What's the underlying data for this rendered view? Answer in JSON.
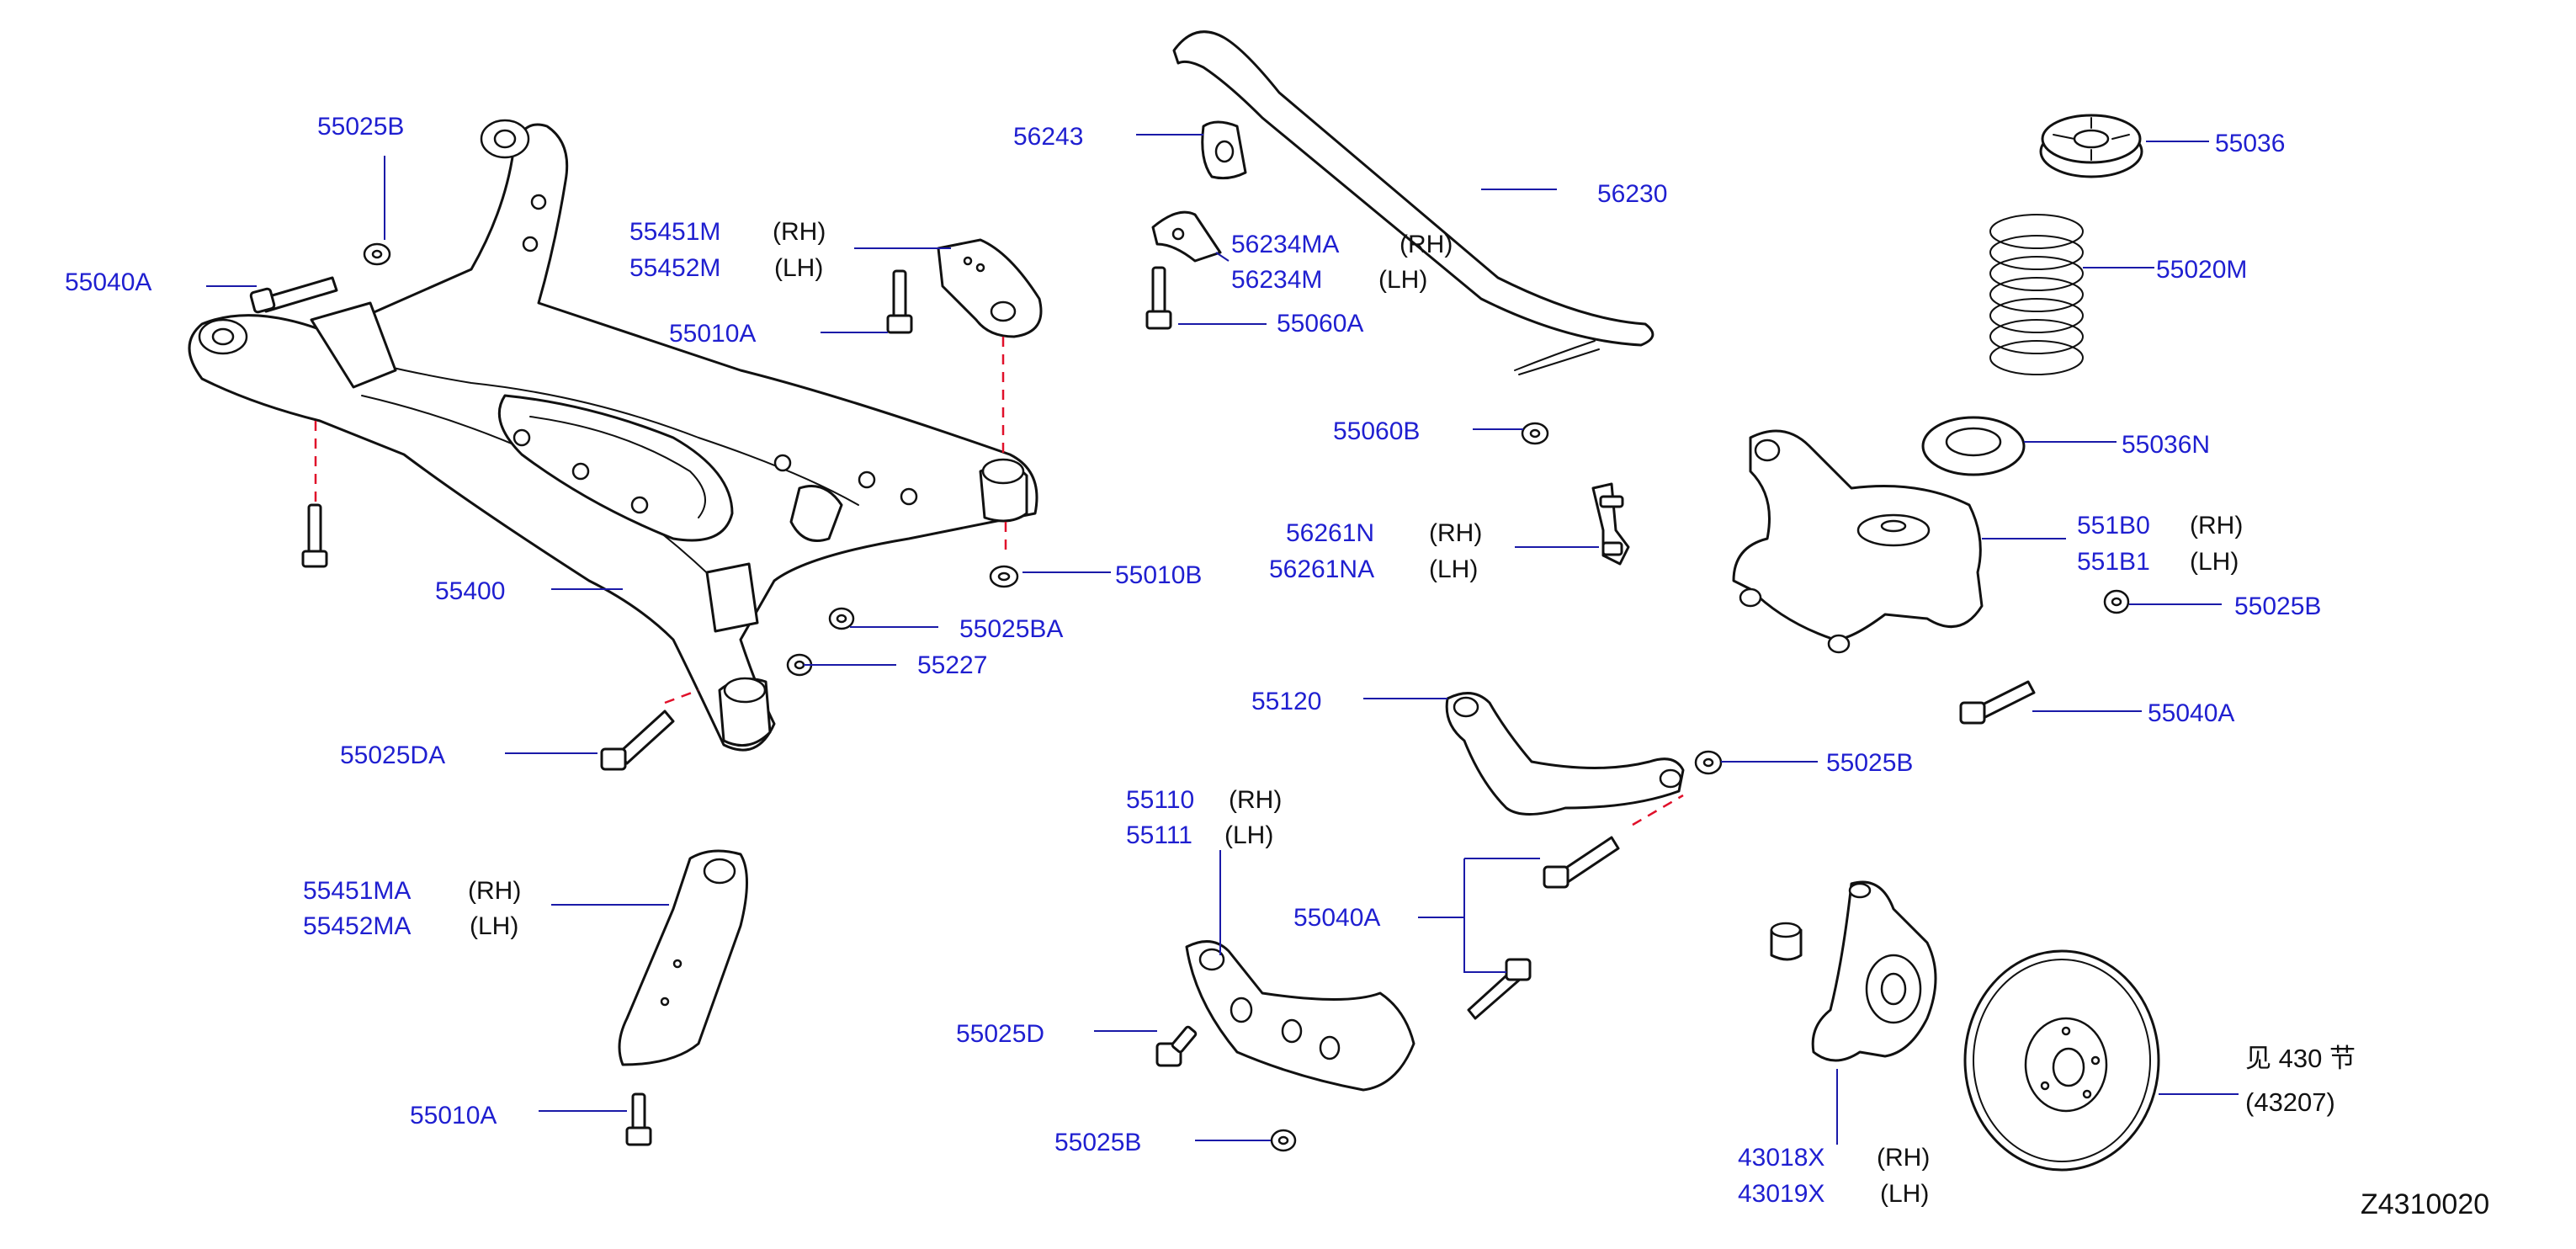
{
  "diagram_code": "Z4310020",
  "colors": {
    "part_number": "#1f1fd0",
    "leader": "#1a1aa8",
    "dash_line": "#e0102a",
    "outline": "#111111"
  },
  "labels": {
    "p55025B_top": "55025B",
    "p55040A_left": "55040A",
    "p55451M": "55451M",
    "p55451M_side": "(RH)",
    "p55452M": "55452M",
    "p55452M_side": "(LH)",
    "p55010A_top": "55010A",
    "p55400": "55400",
    "p55010B": "55010B",
    "p55025BA": "55025BA",
    "p55227": "55227",
    "p55025DA": "55025DA",
    "p55451MA": "55451MA",
    "p55451MA_side": "(RH)",
    "p55452MA": "55452MA",
    "p55452MA_side": "(LH)",
    "p55010A_bottom": "55010A",
    "p56243": "56243",
    "p56230": "56230",
    "p56234MA": "56234MA",
    "p56234MA_side": "(RH)",
    "p56234M": "56234M",
    "p56234M_side": "(LH)",
    "p55060A": "55060A",
    "p55060B": "55060B",
    "p56261N": "56261N",
    "p56261N_side": "(RH)",
    "p56261NA": "56261NA",
    "p56261NA_side": "(LH)",
    "p55120": "55120",
    "p55110": "55110",
    "p55110_side": "(RH)",
    "p55111": "55111",
    "p55111_side": "(LH)",
    "p55040A_mid": "55040A",
    "p55025D": "55025D",
    "p55025B_bottom": "55025B",
    "p55025B_mid": "55025B",
    "p55036": "55036",
    "p55020M": "55020M",
    "p55036N": "55036N",
    "p551B0": "551B0",
    "p551B0_side": "(RH)",
    "p551B1": "551B1",
    "p551B1_side": "(LH)",
    "p55025B_right": "55025B",
    "p55040A_right": "55040A",
    "p43018X": "43018X",
    "p43018X_side": "(RH)",
    "p43019X": "43019X",
    "p43019X_side": "(LH)",
    "ref_section": "见 430  节",
    "ref_part": "(43207)"
  },
  "icons": [
    "subframe",
    "bolt",
    "washer",
    "stabilizer-bar",
    "bushing",
    "bracket",
    "coil-spring",
    "spring-seat",
    "rear-knuckle",
    "brake-disc",
    "link-arm",
    "lower-arm"
  ]
}
